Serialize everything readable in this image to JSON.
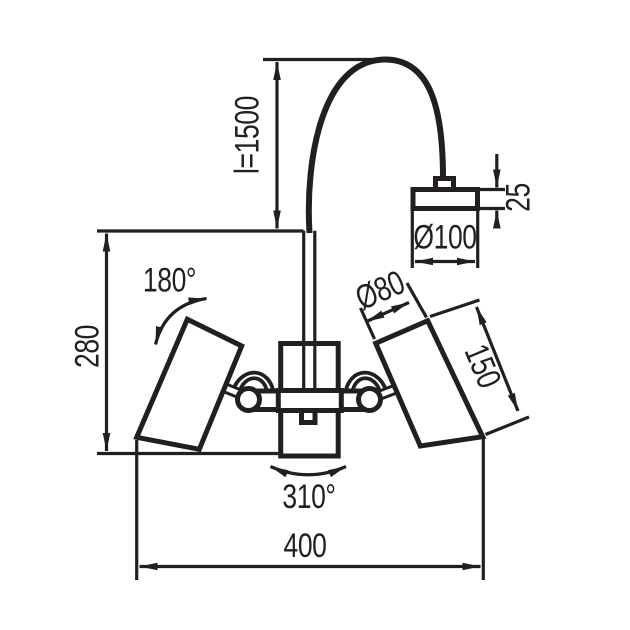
{
  "diagram": {
    "labels": {
      "cable_length": "l=1500",
      "canopy_height": "25",
      "canopy_diameter": "Ø100",
      "shade_diameter": "Ø80",
      "shade_length": "150",
      "tilt_angle": "180°",
      "fixture_height": "280",
      "rotation_angle": "310°",
      "fixture_width": "400"
    },
    "colors": {
      "line": "#231f20",
      "background": "#ffffff"
    }
  }
}
